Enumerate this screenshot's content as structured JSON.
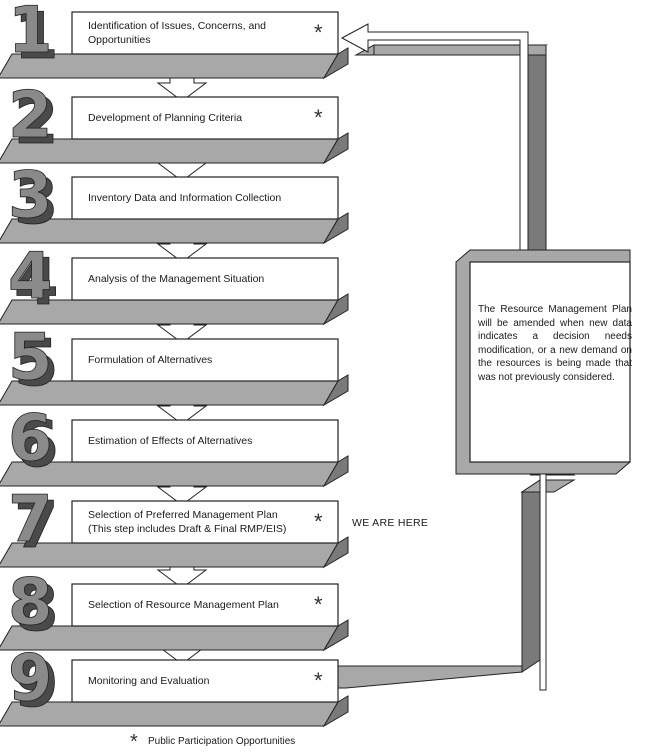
{
  "steps": [
    {
      "number": "1",
      "label": "Identification of Issues, Concerns, and Opportunities",
      "participation": true
    },
    {
      "number": "2",
      "label": "Development of Planning Criteria",
      "participation": true
    },
    {
      "number": "3",
      "label": "Inventory Data and Information Collection",
      "participation": false
    },
    {
      "number": "4",
      "label": "Analysis of the Management Situation",
      "participation": false
    },
    {
      "number": "5",
      "label": "Formulation of Alternatives",
      "participation": false
    },
    {
      "number": "6",
      "label": "Estimation of Effects of Alternatives",
      "participation": false
    },
    {
      "number": "7",
      "label": "Selection of Preferred Management Plan (This step includes Draft & Final RMP/EIS)",
      "participation": true
    },
    {
      "number": "8",
      "label": "Selection of Resource Management Plan",
      "participation": true
    },
    {
      "number": "9",
      "label": "Monitoring and Evaluation",
      "participation": true
    }
  ],
  "feedback_note": "The Resource Management Plan will be amended when new data indicates a decision needs modification, or a new demand on the resources is being made that was not previously considered.",
  "current_step_marker": "WE ARE HERE",
  "legend": {
    "symbol": "*",
    "label": "Public Participation Opportunities"
  },
  "colors": {
    "band": "#a8a8a8",
    "band_dark": "#7a7a7a",
    "numeral": "#8a8a8a",
    "numeral_dark": "#4a4a4a",
    "box": "#ffffff",
    "outline": "#222222"
  }
}
